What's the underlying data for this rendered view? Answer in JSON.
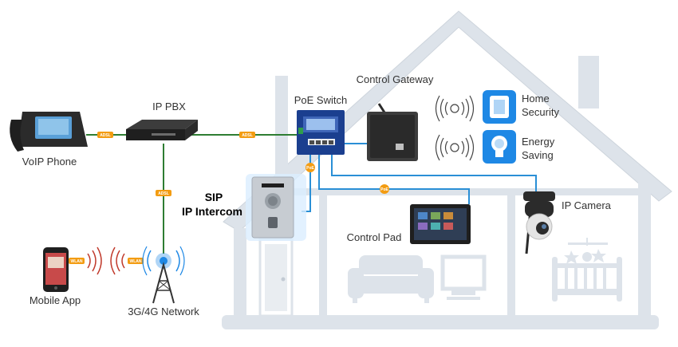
{
  "labels": {
    "voip_phone": "VoIP Phone",
    "ip_pbx": "IP PBX",
    "poe_switch": "PoE Switch",
    "control_gateway": "Control Gateway",
    "home_security_line1": "Home",
    "home_security_line2": "Security",
    "energy_saving_line1": "Energy",
    "energy_saving_line2": "Saving",
    "sip_line1": "SIP",
    "sip_line2": "IP Intercom",
    "control_pad": "Control Pad",
    "ip_camera": "IP Camera",
    "mobile_app": "Mobile App",
    "network": "3G/4G Network"
  },
  "tags": {
    "adsl": "ADSL",
    "poe": "PoE",
    "wlan": "WLAN"
  },
  "colors": {
    "house": "#dde3ea",
    "green_line": "#2e7d32",
    "blue_line": "#2a8fd6",
    "tag_orange": "#f39c12",
    "accent_blue": "#1e88e5",
    "wifi_red": "#c0392b"
  },
  "icons": [
    "desk-phone-icon",
    "pbx-device-icon",
    "poe-switch-icon",
    "gateway-icon",
    "home-security-icon",
    "energy-saving-icon",
    "zwave-signal-icon",
    "intercom-icon",
    "control-pad-icon",
    "ip-camera-icon",
    "mobile-phone-icon",
    "cell-tower-icon",
    "sofa-icon",
    "tv-icon",
    "crib-icon",
    "door-icon"
  ]
}
